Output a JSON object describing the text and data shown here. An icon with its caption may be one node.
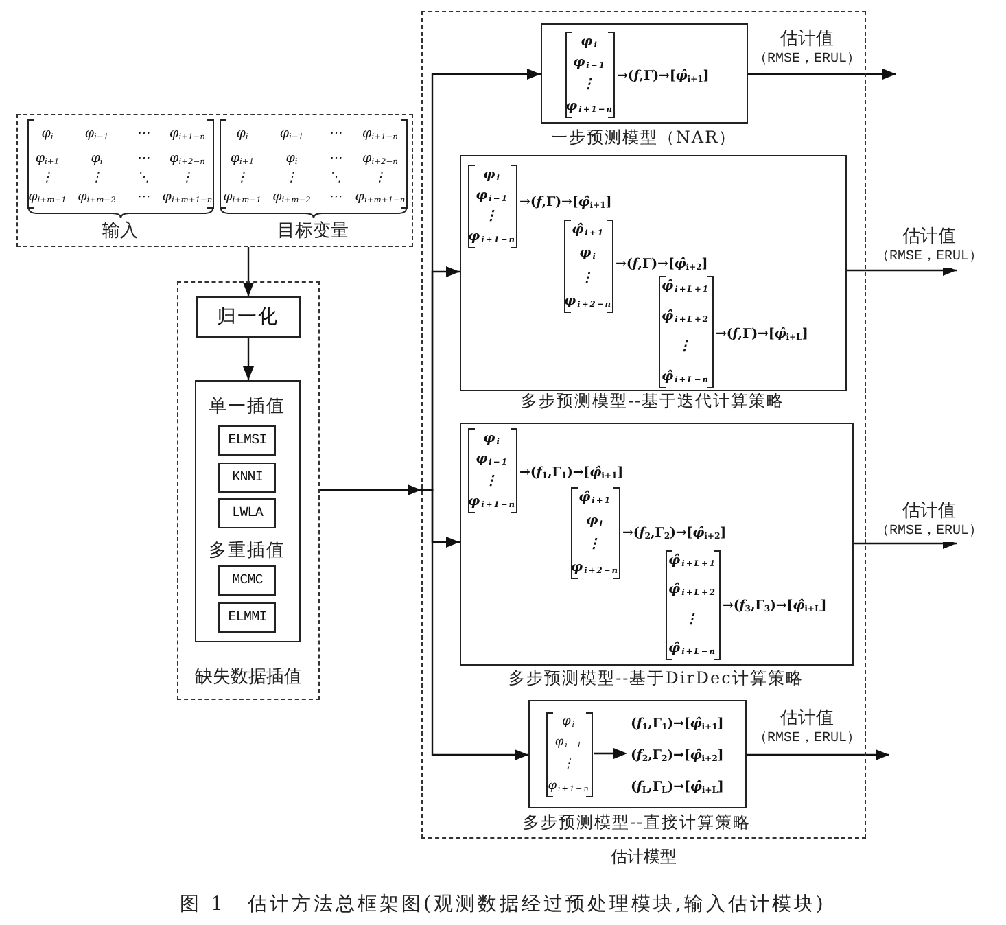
{
  "diagram": {
    "caption": "图 1　估计方法总框架图(观测数据经过预处理模块,输入估计模块)",
    "nodes": [
      {
        "text": [],
        "shape": "box"
      },
      {
        "text": [
          "φ$_{i}$",
          "φ$_{i−1}$",
          "⋯",
          "φ$_{i+1−n}$",
          "φ$_{i+1}$",
          "φ$_{i}$",
          "⋯",
          "φ$_{i+2−n}$",
          "⋮",
          "⋮",
          "⋱",
          "⋮",
          "φ$_{i+m−1}$",
          "φ$_{i+m−2}$",
          "⋯",
          "φ$_{i+m+1−n}$",
          "输入"
        ],
        "in": 0
      },
      {
        "text": [
          "φ$_{i}$",
          "φ$_{i−1}$",
          "⋯",
          "φ$_{i+1−n}$",
          "φ$_{i+1}$",
          "φ$_{i}$",
          "⋯",
          "φ$_{i+2−n}$",
          "⋮",
          "⋮",
          "⋱",
          "⋮",
          "φ$_{i+m−1}$",
          "φ$_{i+m−2}$",
          "⋯",
          "φ$_{i+m+1−n}$",
          "目标变量"
        ],
        "in": 0
      },
      {
        "text": [
          "缺失数据插值"
        ]
      },
      {
        "text": [
          "归一化"
        ],
        "in": 3
      },
      {
        "text": [
          "单一插值",
          "多重插值"
        ],
        "in": 3
      },
      {
        "text": [
          "ELMSI"
        ],
        "in": 5
      },
      {
        "text": [
          "KNNI"
        ],
        "in": 5
      },
      {
        "text": [
          "LWLA"
        ],
        "in": 5
      },
      {
        "text": [
          "MCMC"
        ],
        "in": 5
      },
      {
        "text": [
          "ELMMI"
        ],
        "in": 5
      },
      {
        "text": [
          "估计模型"
        ]
      },
      {
        "text": [
          "φ$_{i}$",
          "φ$_{i−1}$",
          "⋮",
          "φ$_{i+1−n}$",
          "→(*f*,Γ)→[*φ̂*$_{i+1}$]",
          "一步预测模型（NAR）"
        ],
        "in": 11
      },
      {
        "text": [
          "φ$_{i}$",
          "φ$_{i−1}$",
          "⋮",
          "φ$_{i+1−n}$",
          "→(*f*,Γ)→[*φ̂*$_{i+1}$]",
          "φ̂$_{i+1}$",
          "φ$_{i}$",
          "⋮",
          "φ$_{i+2−n}$",
          "→(*f*,Γ)→[*φ̂*$_{i+2}$]",
          "φ̂$_{i+L+1}$",
          "φ̂$_{i+L+2}$",
          "⋮",
          "φ̂$_{i+L−n}$",
          "→(*f*,Γ)→[*φ̂*$_{i+L}$]",
          "多步预测模型--基于迭代计算策略"
        ],
        "in": 11
      },
      {
        "text": [
          "φ$_{i}$",
          "φ$_{i−1}$",
          "⋮",
          "φ$_{i+1−n}$",
          "→(*f*$_{1}$,Γ$_{1}$)→[*φ̂*$_{i+1}$]",
          "φ̂$_{i+1}$",
          "φ$_{i}$",
          "⋮",
          "φ$_{i+2−n}$",
          "→(*f*$_{2}$,Γ$_{2}$)→[*φ̂*$_{i+2}$]",
          "φ̂$_{i+L+1}$",
          "φ̂$_{i+L+2}$",
          "⋮",
          "φ̂$_{i+L−n}$",
          "→(*f*$_{3}$,Γ$_{3}$)→[*φ̂*$_{i+L}$]",
          "多步预测模型--基于DirDec计算策略"
        ],
        "in": 11
      },
      {
        "text": [
          "φ$_{i}$",
          "φ$_{i−1}$",
          "⋮",
          "φ$_{i+1−n}$",
          "(*f*$_{1}$,Γ$_{1}$)→[*φ̂*$_{i+1}$]",
          "(*f*$_{2}$,Γ$_{2}$)→[*φ̂*$_{i+2}$]",
          "(*f*$_{L}$,Γ$_{L}$)→[*φ̂*$_{i+L}$]",
          "多步预测模型--直接计算策略"
        ],
        "in": 11
      }
    ],
    "edges": [
      {
        "from": 0,
        "to": 4,
        "arrow": "to"
      },
      {
        "from": 4,
        "to": 5,
        "arrow": "to"
      },
      {
        "from": 3,
        "to": 11,
        "arrow": "to"
      },
      {
        "from": 11,
        "to": 12,
        "arrow": "to"
      },
      {
        "from": 11,
        "to": 13,
        "arrow": "to"
      },
      {
        "from": 11,
        "to": 14,
        "arrow": "to"
      },
      {
        "from": 11,
        "to": 15,
        "arrow": "to"
      },
      {
        "from": 12,
        "to": null,
        "arrow": "to",
        "label": "估计值（RMSE，ERUL）"
      },
      {
        "from": 13,
        "to": null,
        "arrow": "to",
        "label": "估计值（RMSE，ERUL）"
      },
      {
        "from": 14,
        "to": null,
        "arrow": "to",
        "label": "估计值（RMSE，ERUL）"
      },
      {
        "from": 15,
        "to": null,
        "arrow": "to",
        "label": "估计值（RMSE，ERUL）"
      }
    ]
  }
}
